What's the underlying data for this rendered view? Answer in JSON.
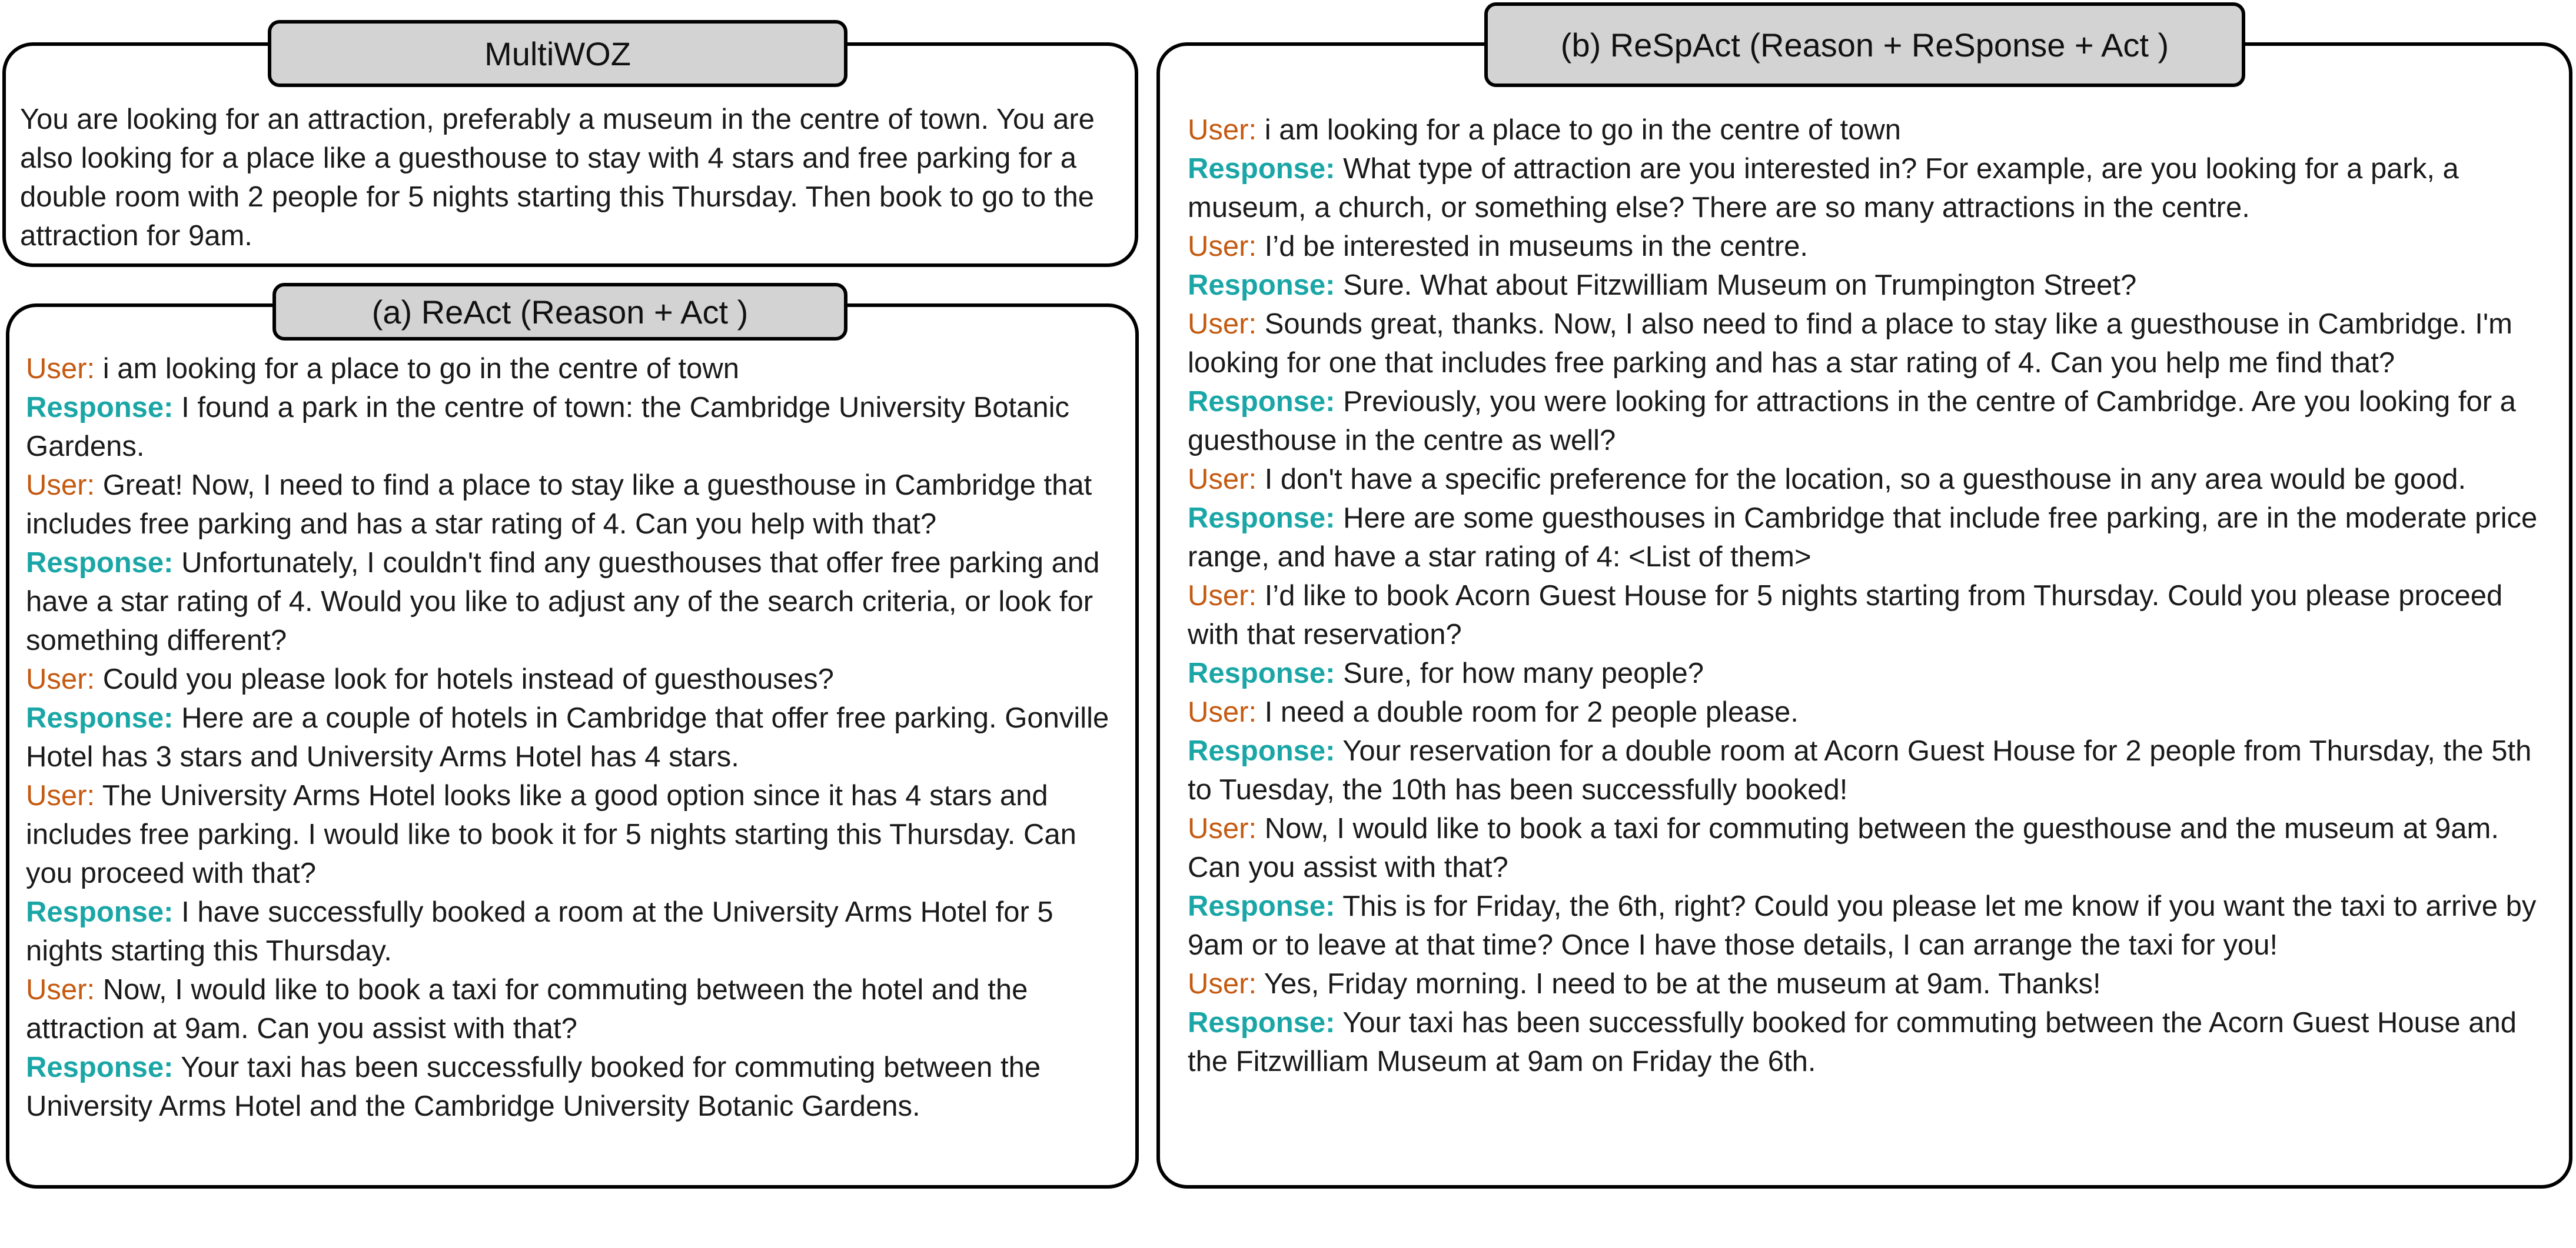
{
  "multiwoz": {
    "title": "MultiWOZ",
    "goal": "You are looking for an attraction, preferably a museum in the centre of town. You are also looking for a place like a guesthouse to stay with 4 stars and free parking for a double room with 2 people for 5 nights starting this Thursday. Then book to go to the attraction for 9am."
  },
  "react": {
    "title": "(a) ReAct (Reason + Act )",
    "turns": [
      {
        "speaker": "User:",
        "text": " i am looking for a place to go in the centre of town"
      },
      {
        "speaker": "Response:",
        "text": " I found a park in the centre of town: the Cambridge University Botanic Gardens."
      },
      {
        "speaker": "User:",
        "text": " Great! Now, I need to find a place to stay like a guesthouse in Cambridge that includes free parking and has a star rating of 4. Can you help with that?"
      },
      {
        "speaker": "Response:",
        "text": " Unfortunately, I couldn't find any guesthouses that offer free parking and have a star rating of 4. Would you like to adjust any of the search criteria, or look for something different?"
      },
      {
        "speaker": "User:",
        "text": " Could you please look for hotels instead of guesthouses?"
      },
      {
        "speaker": "Response:",
        "text": " Here are a couple of hotels in Cambridge that offer free parking. Gonville Hotel has 3 stars and University Arms Hotel has 4 stars."
      },
      {
        "speaker": "User:",
        "text": " The University Arms Hotel looks like a good option since it has 4 stars and includes free parking. I would like to book it for 5 nights starting this Thursday. Can you proceed with that?"
      },
      {
        "speaker": "Response:",
        "text": " I have successfully booked a room at the University Arms Hotel for 5 nights starting this Thursday."
      },
      {
        "speaker": "User:",
        "text": " Now, I would like to book a taxi for commuting between the hotel and the attraction at 9am. Can you assist with that?"
      },
      {
        "speaker": "Response:",
        "text": " Your taxi has been successfully booked for commuting between the University Arms Hotel and the Cambridge University Botanic Gardens."
      }
    ]
  },
  "respact": {
    "title": "(b) ReSpAct (Reason + ReSponse + Act )",
    "turns": [
      {
        "speaker": "User:",
        "text": " i am looking for a place to go in the centre of town"
      },
      {
        "speaker": "Response:",
        "text": " What type of attraction are you interested in? For example, are you looking for a park, a museum, a church, or something else? There are so many attractions in the centre."
      },
      {
        "speaker": "User:",
        "text": " I’d be interested in museums in the centre."
      },
      {
        "speaker": "Response:",
        "text": " Sure. What about Fitzwilliam Museum on Trumpington Street?"
      },
      {
        "speaker": "User:",
        "text": " Sounds great, thanks. Now, I also need to find a place to stay like a guesthouse in Cambridge. I'm looking for one that includes free parking and has a star rating of 4. Can you help me find that?"
      },
      {
        "speaker": "Response:",
        "text": " Previously, you were looking for attractions in the centre of Cambridge. Are you looking for a guesthouse in the centre as well?"
      },
      {
        "speaker": "User:",
        "text": " I don't have a specific preference for the location, so a guesthouse in any area would be good."
      },
      {
        "speaker": "Response:",
        "text": " Here are some guesthouses in Cambridge that include free parking, are in the moderate price range, and have a star rating of 4: <List of them>"
      },
      {
        "speaker": "User:",
        "text": " I’d like to book Acorn Guest House for 5 nights starting from Thursday. Could you please proceed with that reservation?"
      },
      {
        "speaker": "Response:",
        "text": " Sure, for how many people?"
      },
      {
        "speaker": "User:",
        "text": " I need a double room for 2 people please."
      },
      {
        "speaker": "Response:",
        "text": " Your reservation for a double room at Acorn Guest House for 2 people from Thursday, the 5th to Tuesday, the 10th has been successfully booked!"
      },
      {
        "speaker": "User:",
        "text": " Now, I would like to book a taxi for commuting between the guesthouse and the museum at 9am. Can you assist with that?"
      },
      {
        "speaker": "Response:",
        "text": " This is for Friday, the 6th, right? Could you please let me know if you want the taxi to arrive by 9am or to leave at that time? Once I have those details, I can arrange the taxi for you!"
      },
      {
        "speaker": "User:",
        "text": " Yes, Friday morning. I need to be at the museum at 9am. Thanks!"
      },
      {
        "speaker": "Response:",
        "text": " Your taxi has been successfully booked for commuting between the Acorn Guest House and the Fitzwilliam Museum at 9am on Friday the 6th."
      }
    ]
  },
  "colors": {
    "user": "#c55a11",
    "response": "#1aa6a6"
  }
}
